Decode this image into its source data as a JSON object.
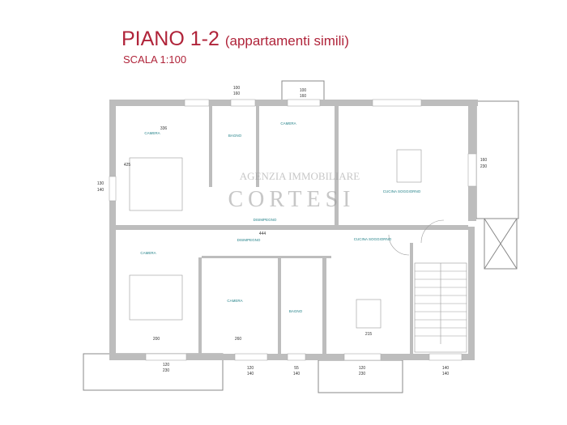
{
  "title": {
    "main": "PIANO 1-2",
    "sub": "(appartamenti simili)",
    "scale": "SCALA 1:100"
  },
  "watermark": {
    "line1": "AGENZIA IMMOBILIARE",
    "line2": "CORTESI"
  },
  "colors": {
    "title": "#b0243a",
    "wall": "#bdbdbd",
    "room_label": "#1f7f86",
    "area_label": "#d070c8"
  },
  "rooms": [
    {
      "name": "CAMERA",
      "apt": "upper"
    },
    {
      "name": "BAGNO",
      "apt": "upper"
    },
    {
      "name": "CAMERA",
      "apt": "upper"
    },
    {
      "name": "CUCINA SOGGIORNO",
      "apt": "upper"
    },
    {
      "name": "DISIMPEGNO",
      "apt": "upper"
    },
    {
      "name": "CAMERA",
      "apt": "lower"
    },
    {
      "name": "DISIMPEGNO",
      "apt": "lower"
    },
    {
      "name": "CAMERA",
      "apt": "lower"
    },
    {
      "name": "BAGNO",
      "apt": "lower"
    },
    {
      "name": "CUCINA SOGGIORNO",
      "apt": "lower"
    }
  ],
  "window_dims": [
    {
      "w": "100",
      "h": "160"
    },
    {
      "w": "100",
      "h": "160"
    },
    {
      "w": "160",
      "h": "230"
    },
    {
      "w": "130",
      "h": "140"
    },
    {
      "w": "120",
      "h": "230"
    },
    {
      "w": "120",
      "h": "140"
    },
    {
      "w": "55",
      "h": "140"
    },
    {
      "w": "120",
      "h": "230"
    },
    {
      "w": "140",
      "h": "140"
    }
  ],
  "room_dims": [
    "336",
    "425",
    "444",
    "200",
    "260",
    "215"
  ]
}
